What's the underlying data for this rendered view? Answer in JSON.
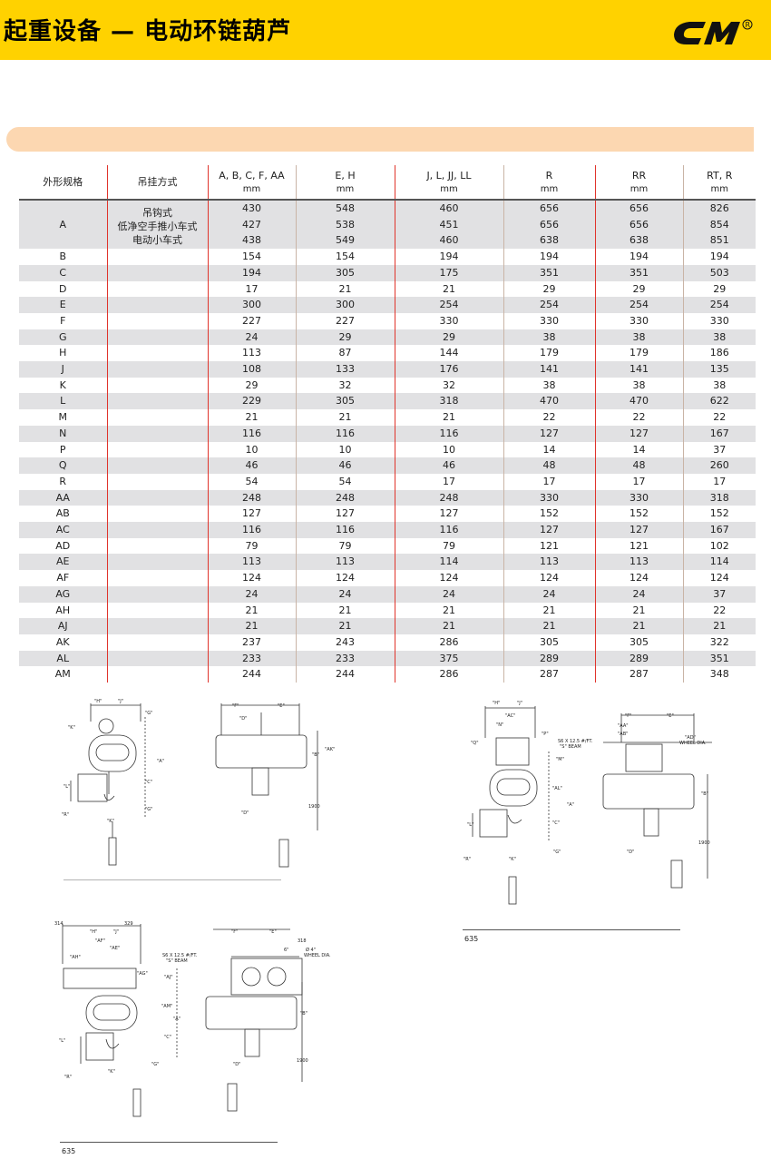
{
  "header": {
    "title": "起重设备 — 电动环链葫芦",
    "logo_text": "CM"
  },
  "table": {
    "columns": [
      {
        "label": "外形规格",
        "unit": ""
      },
      {
        "label": "吊挂方式",
        "unit": ""
      },
      {
        "label": "A, B, C, F, AA",
        "unit": "mm"
      },
      {
        "label": "E, H",
        "unit": "mm"
      },
      {
        "label": "J, L, JJ, LL",
        "unit": "mm"
      },
      {
        "label": "R",
        "unit": "mm"
      },
      {
        "label": "RR",
        "unit": "mm"
      },
      {
        "label": "RT, R",
        "unit": "mm"
      }
    ],
    "a_mount_lines": [
      "吊钩式",
      "低净空手推小车式",
      "电动小车式"
    ],
    "a_rows": [
      [
        "430",
        "548",
        "460",
        "656",
        "656",
        "826"
      ],
      [
        "427",
        "538",
        "451",
        "656",
        "656",
        "854"
      ],
      [
        "438",
        "549",
        "460",
        "638",
        "638",
        "851"
      ]
    ],
    "rows": [
      {
        "dim": "A"
      },
      {
        "dim": "B",
        "v": [
          "154",
          "154",
          "194",
          "194",
          "194",
          "194"
        ]
      },
      {
        "dim": "C",
        "v": [
          "194",
          "305",
          "175",
          "351",
          "351",
          "503"
        ]
      },
      {
        "dim": "D",
        "v": [
          "17",
          "21",
          "21",
          "29",
          "29",
          "29"
        ]
      },
      {
        "dim": "E",
        "v": [
          "300",
          "300",
          "254",
          "254",
          "254",
          "254"
        ]
      },
      {
        "dim": "F",
        "v": [
          "227",
          "227",
          "330",
          "330",
          "330",
          "330"
        ]
      },
      {
        "dim": "G",
        "v": [
          "24",
          "29",
          "29",
          "38",
          "38",
          "38"
        ]
      },
      {
        "dim": "H",
        "v": [
          "113",
          "87",
          "144",
          "179",
          "179",
          "186"
        ]
      },
      {
        "dim": "J",
        "v": [
          "108",
          "133",
          "176",
          "141",
          "141",
          "135"
        ]
      },
      {
        "dim": "K",
        "v": [
          "29",
          "32",
          "32",
          "38",
          "38",
          "38"
        ]
      },
      {
        "dim": "L",
        "v": [
          "229",
          "305",
          "318",
          "470",
          "470",
          "622"
        ]
      },
      {
        "dim": "M",
        "v": [
          "21",
          "21",
          "21",
          "22",
          "22",
          "22"
        ]
      },
      {
        "dim": "N",
        "v": [
          "116",
          "116",
          "116",
          "127",
          "127",
          "167"
        ]
      },
      {
        "dim": "P",
        "v": [
          "10",
          "10",
          "10",
          "14",
          "14",
          "37"
        ]
      },
      {
        "dim": "Q",
        "v": [
          "46",
          "46",
          "46",
          "48",
          "48",
          "260"
        ]
      },
      {
        "dim": "R",
        "v": [
          "54",
          "54",
          "17",
          "17",
          "17",
          "17"
        ]
      },
      {
        "dim": "AA",
        "v": [
          "248",
          "248",
          "248",
          "330",
          "330",
          "318"
        ]
      },
      {
        "dim": "AB",
        "v": [
          "127",
          "127",
          "127",
          "152",
          "152",
          "152"
        ]
      },
      {
        "dim": "AC",
        "v": [
          "116",
          "116",
          "116",
          "127",
          "127",
          "167"
        ]
      },
      {
        "dim": "AD",
        "v": [
          "79",
          "79",
          "79",
          "121",
          "121",
          "102"
        ]
      },
      {
        "dim": "AE",
        "v": [
          "113",
          "113",
          "114",
          "113",
          "113",
          "114"
        ]
      },
      {
        "dim": "AF",
        "v": [
          "124",
          "124",
          "124",
          "124",
          "124",
          "124"
        ]
      },
      {
        "dim": "AG",
        "v": [
          "24",
          "24",
          "24",
          "24",
          "24",
          "37"
        ]
      },
      {
        "dim": "AH",
        "v": [
          "21",
          "21",
          "21",
          "21",
          "21",
          "22"
        ]
      },
      {
        "dim": "AJ",
        "v": [
          "21",
          "21",
          "21",
          "21",
          "21",
          "21"
        ]
      },
      {
        "dim": "AK",
        "v": [
          "237",
          "243",
          "286",
          "305",
          "305",
          "322"
        ]
      },
      {
        "dim": "AL",
        "v": [
          "233",
          "233",
          "375",
          "289",
          "289",
          "351"
        ]
      },
      {
        "dim": "AM",
        "v": [
          "244",
          "244",
          "286",
          "287",
          "287",
          "348"
        ]
      }
    ]
  },
  "drawings": {
    "labels": {
      "h": "\"H\"",
      "j": "\"J\"",
      "g": "\"G\"",
      "k": "\"K\"",
      "a": "\"A\"",
      "c": "\"C\"",
      "l": "\"L\"",
      "r": "\"R\"",
      "f": "\"F\"",
      "e": "\"E\"",
      "d": "\"D\"",
      "b": "\"B\"",
      "ak": "\"AK\"",
      "n": "\"N\"",
      "q": "\"Q\"",
      "p": "\"P\"",
      "ac": "\"AC\"",
      "m": "\"M\"",
      "al": "\"AL\"",
      "aa": "\"AA\"",
      "ab": "\"AB\"",
      "ad": "\"AD\"",
      "af": "\"AF\"",
      "ae": "\"AE\"",
      "ah": "\"AH\"",
      "ag": "\"AG\"",
      "aj": "\"AJ\"",
      "am": "\"AM\"",
      "h1900": "1900",
      "d314": "314",
      "d329": "329",
      "d318": "318",
      "d6": "6\"",
      "beam": "S6 X 12.5 #/FT.",
      "beam2": "\"S\" BEAM",
      "wheel": "WHEEL DIA.",
      "wheel4": "Ø 4\""
    },
    "caption_right": "635",
    "caption_bottom": "635"
  }
}
